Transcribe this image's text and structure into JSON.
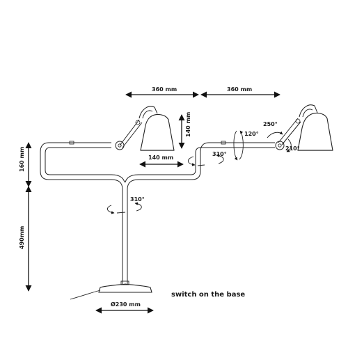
{
  "dimensions": {
    "arm_length_1": "360 mm",
    "arm_length_2": "360 mm",
    "shade_height": "140 mm",
    "shade_width": "140 mm",
    "upper_height": "160 mm",
    "lower_height": "490mm",
    "base_diameter": "Ø230 mm"
  },
  "rotations": {
    "stem": "310°",
    "arm_joint": "310°",
    "vertical": "120°",
    "head_top": "250°",
    "head_side": "210°"
  },
  "notes": {
    "switch": "switch on the base"
  }
}
